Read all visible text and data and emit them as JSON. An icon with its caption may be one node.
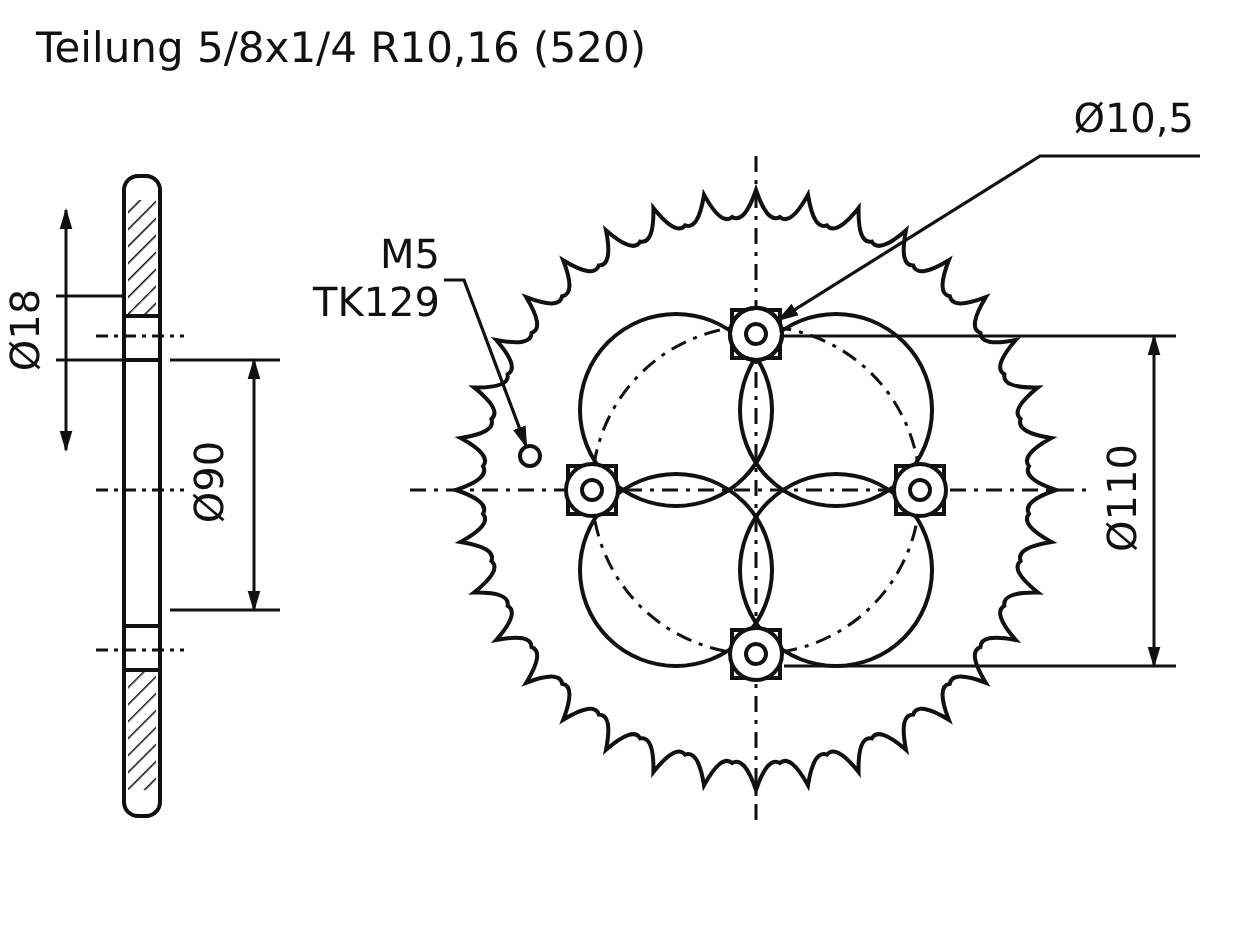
{
  "diagram": {
    "title": "Teilung 5/8x1/4 R10,16 (520)",
    "nodes": [
      {
        "text": [
          "M5 TK129"
        ]
      },
      {
        "text": [],
        "shape": "circle"
      },
      {
        "text": [
          "Ø10,5"
        ]
      },
      {
        "text": [],
        "shape": "circle"
      }
    ],
    "edges": [
      {
        "from": 0,
        "to": 1,
        "arrow": "to"
      },
      {
        "from": 2,
        "to": 3,
        "arrow": "to"
      }
    ],
    "labels": [
      "Ø18",
      "Ø90",
      "Ø110"
    ]
  }
}
